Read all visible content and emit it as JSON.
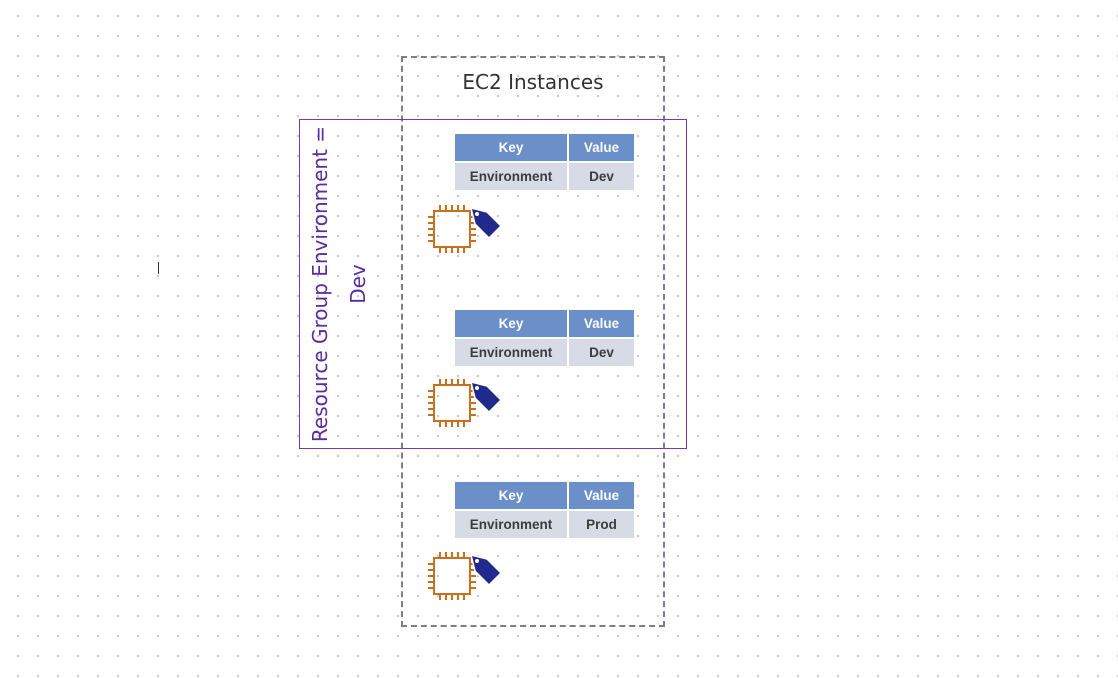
{
  "ec2_group": {
    "title": "EC2 Instances"
  },
  "resource_group": {
    "line1": "Resource Group",
    "line2": "Environment = Dev"
  },
  "instances": [
    {
      "tag": {
        "header_key": "Key",
        "header_value": "Value",
        "key": "Environment",
        "value": "Dev"
      },
      "icon": "ec2-chip-icon",
      "tag_icon": "tag-icon"
    },
    {
      "tag": {
        "header_key": "Key",
        "header_value": "Value",
        "key": "Environment",
        "value": "Dev"
      },
      "icon": "ec2-chip-icon",
      "tag_icon": "tag-icon"
    },
    {
      "tag": {
        "header_key": "Key",
        "header_value": "Value",
        "key": "Environment",
        "value": "Prod"
      },
      "icon": "ec2-chip-icon",
      "tag_icon": "tag-icon"
    }
  ],
  "colors": {
    "chip": "#c8701e",
    "tag": "#1f2a8c",
    "header": "#6a8fc9",
    "cell": "#d6dbe6",
    "resource_group": "#5b2ca0",
    "dashed_border": "#7d7d8c"
  }
}
